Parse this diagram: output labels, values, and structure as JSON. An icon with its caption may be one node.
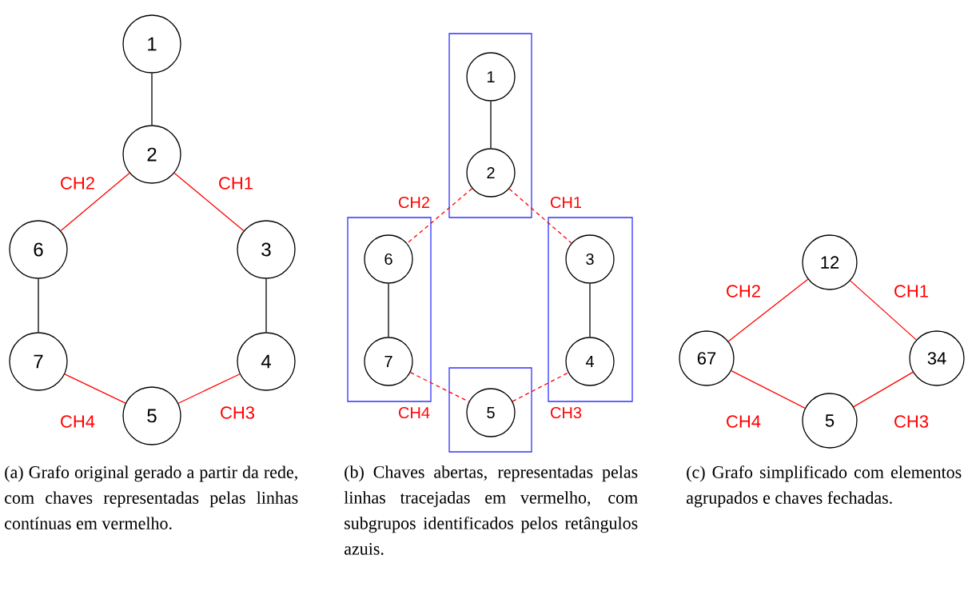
{
  "diagram": {
    "nodes": [
      {
        "text": [
          "1"
        ]
      },
      {
        "text": [
          "2"
        ]
      },
      {
        "text": [
          "6"
        ]
      },
      {
        "text": [
          "3"
        ]
      },
      {
        "text": [
          "7"
        ]
      },
      {
        "text": [
          "4"
        ]
      },
      {
        "text": [
          "5"
        ]
      },
      {
        "text": [],
        "shape": "box"
      },
      {
        "text": [
          "1"
        ],
        "in": 7
      },
      {
        "text": [
          "2"
        ],
        "in": 7
      },
      {
        "text": [],
        "shape": "box"
      },
      {
        "text": [
          "6"
        ],
        "in": 10
      },
      {
        "text": [
          "7"
        ],
        "in": 10
      },
      {
        "text": [],
        "shape": "box"
      },
      {
        "text": [
          "3"
        ],
        "in": 13
      },
      {
        "text": [
          "4"
        ],
        "in": 13
      },
      {
        "text": [],
        "shape": "box"
      },
      {
        "text": [
          "5"
        ],
        "in": 16
      },
      {
        "text": [
          "12"
        ]
      },
      {
        "text": [
          "67"
        ]
      },
      {
        "text": [
          "34"
        ]
      },
      {
        "text": [
          "5"
        ]
      }
    ],
    "edges": [
      {
        "from": 0,
        "to": 1,
        "arrow": "none",
        "color": "#000000"
      },
      {
        "from": 1,
        "to": 2,
        "arrow": "none",
        "label": "CH2"
      },
      {
        "from": 1,
        "to": 3,
        "arrow": "none",
        "label": "CH1"
      },
      {
        "from": 2,
        "to": 4,
        "arrow": "none",
        "color": "#000000"
      },
      {
        "from": 3,
        "to": 5,
        "arrow": "none",
        "color": "#000000"
      },
      {
        "from": 4,
        "to": 6,
        "arrow": "none",
        "label": "CH4"
      },
      {
        "from": 6,
        "to": 5,
        "arrow": "none",
        "label": "CH3"
      },
      {
        "from": 8,
        "to": 9,
        "arrow": "none",
        "color": "#000000"
      },
      {
        "from": 9,
        "to": 11,
        "arrow": "none",
        "style": "dashed",
        "label": "CH2"
      },
      {
        "from": 9,
        "to": 14,
        "arrow": "none",
        "style": "dashed",
        "label": "CH1"
      },
      {
        "from": 11,
        "to": 12,
        "arrow": "none",
        "color": "#000000"
      },
      {
        "from": 14,
        "to": 15,
        "arrow": "none",
        "color": "#000000"
      },
      {
        "from": 12,
        "to": 17,
        "arrow": "none",
        "style": "dashed",
        "label": "CH4"
      },
      {
        "from": 17,
        "to": 15,
        "arrow": "none",
        "style": "dashed",
        "label": "CH3"
      },
      {
        "from": 18,
        "to": 19,
        "arrow": "none",
        "label": "CH2"
      },
      {
        "from": 18,
        "to": 20,
        "arrow": "none",
        "label": "CH1"
      },
      {
        "from": 19,
        "to": 21,
        "arrow": "none",
        "label": "CH4"
      },
      {
        "from": 21,
        "to": 20,
        "arrow": "none",
        "label": "CH3"
      }
    ],
    "labels": [
      "(a) Grafo original gerado a partir da rede, com chaves representadas pelas linhas contínuas em vermelho.",
      "(b) Chaves abertas, representadas pelas linhas tracejadas em vermelho, com subgrupos identificados pelos retângulos azuis.",
      "(c) Grafo simplificado com elementos agrupados e chaves fechadas."
    ]
  }
}
